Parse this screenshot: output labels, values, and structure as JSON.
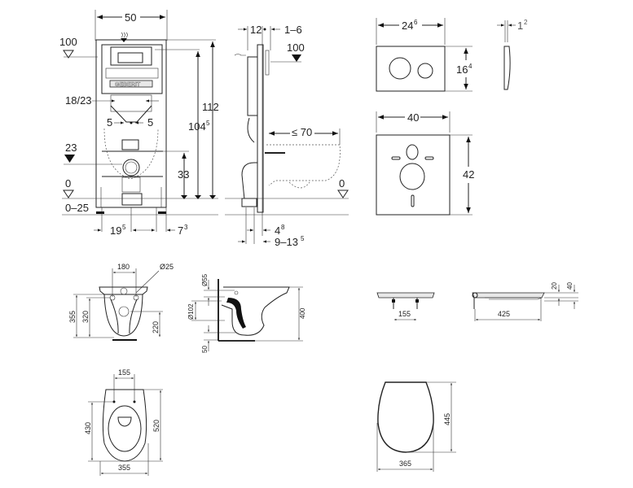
{
  "title": "Geberit installation frame with wall-hung WC – dimension drawing",
  "frame_front": {
    "width": "50",
    "height_total": "112",
    "height_inner": "104",
    "height_inner_sup": "5",
    "level_100": "100",
    "flush_pipe": "18/23",
    "offset_left": "5",
    "offset_right": "5",
    "level_23": "23",
    "drain_height": "33",
    "level_0": "0",
    "floor_range": "0–25",
    "bottom_left": "19",
    "bottom_left_sup": "5",
    "bottom_right": "7",
    "bottom_right_sup": "3",
    "brand": "GEBERIT"
  },
  "frame_side": {
    "depth": "12",
    "wall_adjust": "1–6",
    "level_100": "100",
    "projection": "≤ 70",
    "level_0": "0",
    "bottom_a": "4",
    "bottom_a_sup": "8",
    "bottom_b": "9–13",
    "bottom_b_sup": "5"
  },
  "flush_plate": {
    "width": "24",
    "width_sup": "6",
    "height": "16",
    "height_sup": "4",
    "thickness": "1",
    "thickness_sup": "2"
  },
  "sound_mat": {
    "width": "40",
    "height": "42"
  },
  "wc_front": {
    "bolt_spacing": "180",
    "bolt_diameter": "Ø25",
    "height_total": "355",
    "height_bolts": "320",
    "height_outlet": "220"
  },
  "wc_side": {
    "inlet": "Ø55",
    "outlet": "Ø102",
    "base": "50",
    "height": "400"
  },
  "seat_front": {
    "hinge_spacing": "155"
  },
  "seat_side": {
    "length": "425",
    "thickness_a": "20",
    "thickness_b": "40"
  },
  "wc_top": {
    "bolt_spacing": "155",
    "depth_bolts": "430",
    "depth_total": "520",
    "width": "355"
  },
  "seat_top": {
    "depth": "445",
    "width": "365"
  }
}
